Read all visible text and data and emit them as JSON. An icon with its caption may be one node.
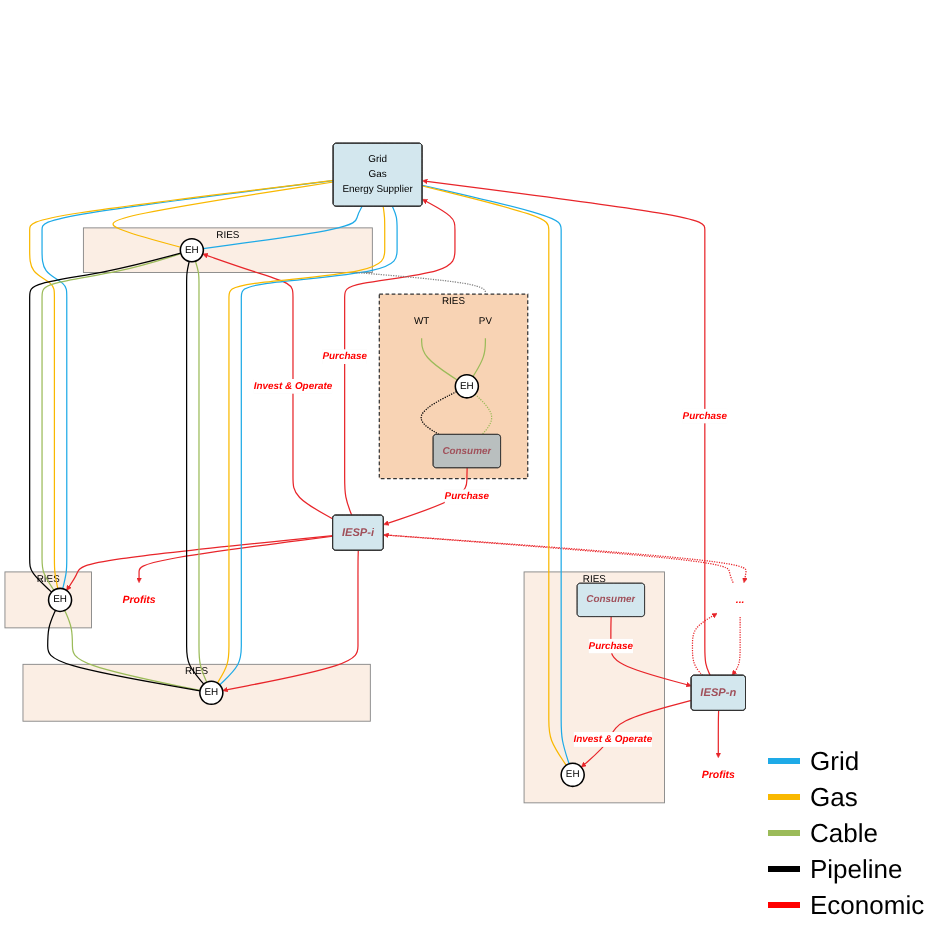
{
  "diagram": {
    "nodes": [
      {
        "text": [
          "Grid",
          "Gas",
          "Energy Supplier"
        ]
      },
      {
        "text": [
          "IESP-n"
        ]
      },
      {
        "text": [
          "Profits"
        ]
      },
      {
        "text": [
          "RIES"
        ]
      },
      {
        "text": [
          "Consumer"
        ],
        "in": 3
      },
      {
        "text": [
          "EH"
        ],
        "in": 3
      },
      {
        "text": [
          "..."
        ]
      },
      {
        "text": [
          "Profits"
        ]
      },
      {
        "text": [
          "IESP-i"
        ]
      },
      {
        "text": [
          "RIES"
        ]
      },
      {
        "text": [
          "PV"
        ],
        "in": 9
      },
      {
        "text": [
          "WT"
        ],
        "in": 9
      },
      {
        "text": [
          "EH"
        ],
        "in": 9
      },
      {
        "text": [
          "Consumer"
        ],
        "in": 9
      },
      {
        "text": [
          "RIES"
        ]
      },
      {
        "text": [
          "EH"
        ],
        "in": 14
      },
      {
        "text": [
          "RIES"
        ]
      },
      {
        "text": [
          "EH"
        ],
        "in": 16
      },
      {
        "text": [
          "RIES"
        ]
      },
      {
        "text": [
          "EH"
        ],
        "in": 18
      }
    ],
    "edges": [
      {
        "from": 1,
        "to": 2,
        "arrow": "to"
      },
      {
        "from": 1,
        "to": 0,
        "arrow": "to",
        "label": "Purchase"
      },
      {
        "from": 4,
        "to": 1,
        "arrow": "to",
        "label": "Purchase"
      },
      {
        "from": 1,
        "to": 5,
        "arrow": "to",
        "label": "Invest & Operate"
      },
      {
        "from": 1,
        "to": 6,
        "arrow": "to",
        "style": "dashed"
      },
      {
        "from": 6,
        "to": 8,
        "arrow": "to",
        "style": "dashed"
      },
      {
        "from": 8,
        "to": 6,
        "arrow": "to",
        "style": "dashed"
      },
      {
        "from": 6,
        "to": 1,
        "arrow": "to",
        "style": "dashed"
      },
      {
        "from": 8,
        "to": 7,
        "arrow": "to"
      },
      {
        "from": 8,
        "to": 0,
        "arrow": "to",
        "label": "Purchase"
      },
      {
        "from": 13,
        "to": 8,
        "arrow": "to",
        "label": "Purchase"
      },
      {
        "from": 8,
        "to": 15,
        "arrow": "to",
        "label": "Invest & Operate"
      },
      {
        "from": 8,
        "to": 17,
        "arrow": "to"
      },
      {
        "from": 8,
        "to": 19,
        "arrow": "to"
      },
      {
        "from": 0,
        "to": 5,
        "arrow": "none",
        "color": "#1eaae7"
      },
      {
        "from": 0,
        "to": 5,
        "arrow": "none",
        "color": "#f9b800"
      },
      {
        "from": 0,
        "to": 15,
        "arrow": "none",
        "color": "#1eaae7"
      },
      {
        "from": 0,
        "to": 15,
        "arrow": "none",
        "color": "#f9b800"
      },
      {
        "from": 0,
        "to": 17,
        "arrow": "none",
        "color": "#1eaae7"
      },
      {
        "from": 0,
        "to": 17,
        "arrow": "none",
        "color": "#f9b800"
      },
      {
        "from": 0,
        "to": 19,
        "arrow": "none",
        "color": "#1eaae7"
      },
      {
        "from": 0,
        "to": 19,
        "arrow": "none",
        "color": "#f9b800"
      },
      {
        "from": 15,
        "to": 17,
        "arrow": "none",
        "color": "#9bbb59"
      },
      {
        "from": 15,
        "to": 17,
        "arrow": "none",
        "color": "#000000"
      },
      {
        "from": 15,
        "to": 19,
        "arrow": "none",
        "color": "#9bbb59"
      },
      {
        "from": 15,
        "to": 19,
        "arrow": "none",
        "color": "#000000"
      },
      {
        "from": 17,
        "to": 19,
        "arrow": "none",
        "color": "#9bbb59"
      },
      {
        "from": 17,
        "to": 19,
        "arrow": "none",
        "color": "#000000"
      },
      {
        "from": 10,
        "to": 12,
        "arrow": "none",
        "color": "#9bbb59"
      },
      {
        "from": 11,
        "to": 12,
        "arrow": "none",
        "color": "#9bbb59"
      },
      {
        "from": 12,
        "to": 13,
        "arrow": "none",
        "style": "dashed",
        "color": "#9bbb59"
      },
      {
        "from": 12,
        "to": 13,
        "arrow": "none",
        "style": "dashed",
        "color": "#000000"
      },
      {
        "from": 14,
        "to": 9,
        "arrow": "none",
        "style": "dashed",
        "color": "#808080"
      }
    ],
    "legend": [
      {
        "text": "Grid",
        "color": "#1eaae7"
      },
      {
        "text": "Gas",
        "color": "#f9b800"
      },
      {
        "text": "Cable",
        "color": "#9bbb59"
      },
      {
        "text": "Pipeline",
        "color": "#000000"
      },
      {
        "text": "Economic",
        "color": "#ff0000"
      }
    ]
  }
}
